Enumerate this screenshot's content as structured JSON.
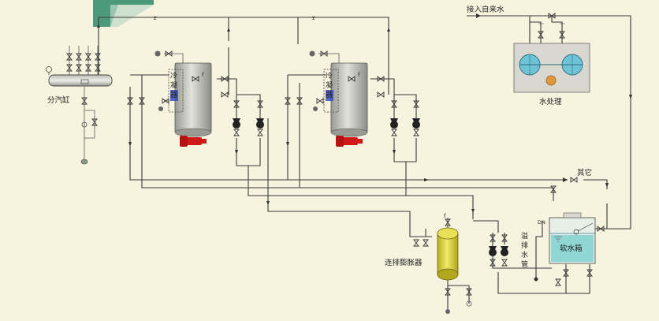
{
  "labels": {
    "steam_header": "分汽缸",
    "tap_water_inlet": "接入自来水",
    "water_treatment": "水处理",
    "other": "其它",
    "blowdown_expander": "连排膨胀器",
    "overflow_pipe": [
      "溢",
      "排",
      "水",
      "管"
    ],
    "soft_water_tank": "软水箱",
    "condenser_1": [
      "冷",
      "凝",
      "器"
    ],
    "condenser_2": [
      "冷",
      "凝",
      "器"
    ],
    "dn": "DN",
    "pipe_mark_1": "z",
    "pipe_mark_2": "z",
    "pipe_mark_3": "z"
  },
  "colors": {
    "background": "#f6f3de",
    "pipe": "#3a3a3a",
    "boiler_body": "#c8c8c0",
    "burner": "#d01a1a",
    "pump": "#222222",
    "water_tank": "#8fd6d4",
    "expander": "#e3d84a",
    "filter_vessel": "#6ec3d6",
    "filter_orange": "#e09a3a",
    "corner_accent": "#2e8a6a"
  }
}
